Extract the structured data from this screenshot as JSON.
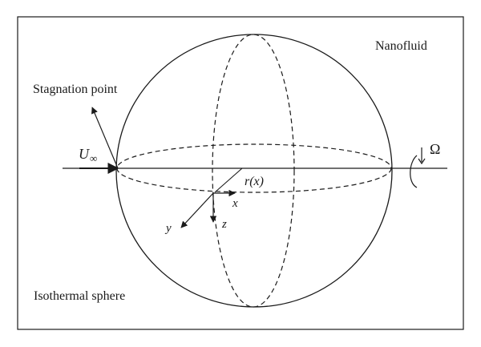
{
  "labels": {
    "nanofluid": "Nanofluid",
    "stagnation_point": "Stagnation point",
    "isothermal_sphere": "Isothermal sphere",
    "freestream_U": "U",
    "freestream_sub": "∞",
    "omega": "Ω",
    "r_of_x": "r(x)",
    "axis_x": "x",
    "axis_y": "y",
    "axis_z": "z"
  },
  "colors": {
    "stroke": "#1a1a1a",
    "background": "#ffffff"
  }
}
